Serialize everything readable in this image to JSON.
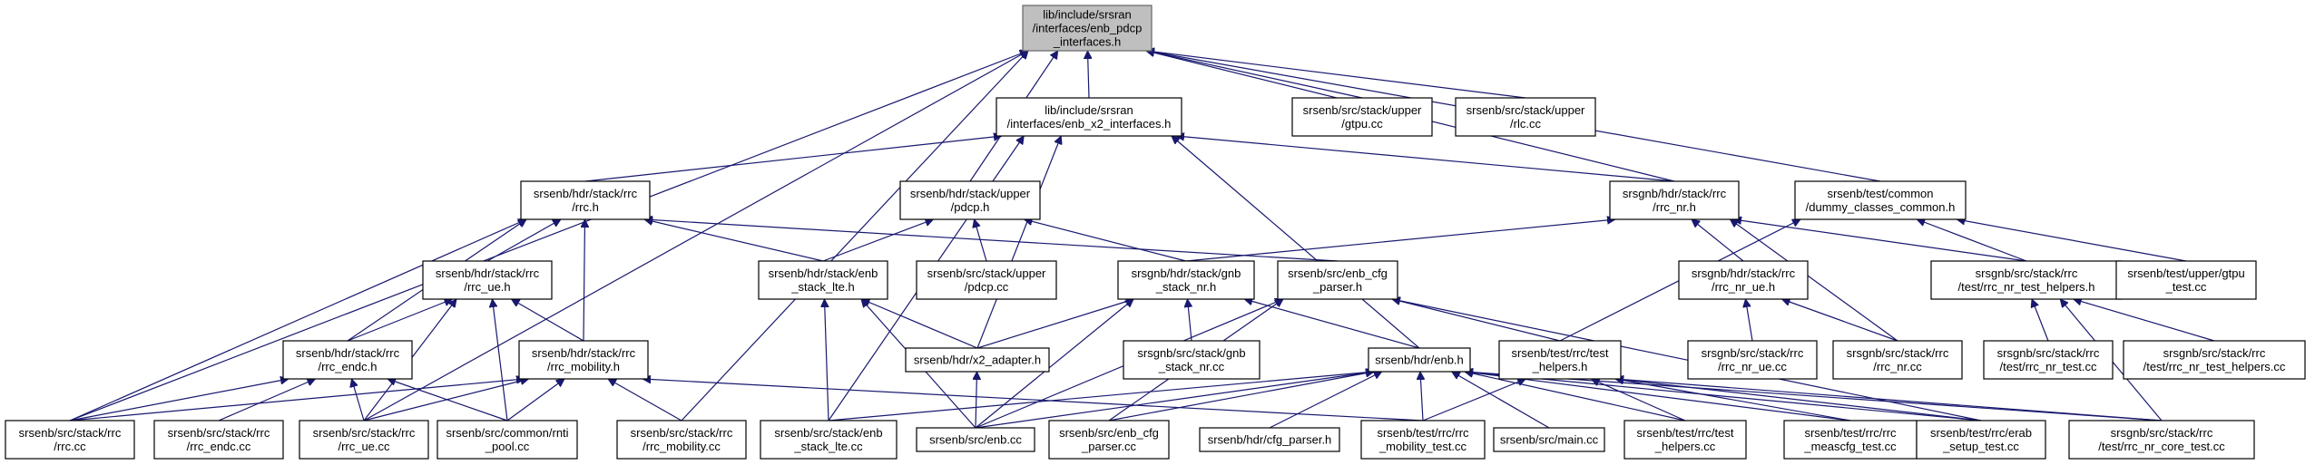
{
  "nodes": [
    {
      "id": "enb_pdcp_interfaces",
      "label": [
        "lib/include/srsran",
        "/interfaces/enb_pdcp",
        "_interfaces.h"
      ],
      "root": true
    },
    {
      "id": "enb_x2_interfaces",
      "label": [
        "lib/include/srsran",
        "/interfaces/enb_x2_interfaces.h"
      ]
    },
    {
      "id": "gtpu_cc",
      "label": [
        "srsenb/src/stack/upper",
        "/gtpu.cc"
      ]
    },
    {
      "id": "rlc_cc",
      "label": [
        "srsenb/src/stack/upper",
        "/rlc.cc"
      ]
    },
    {
      "id": "rrc_h",
      "label": [
        "srsenb/hdr/stack/rrc",
        "/rrc.h"
      ]
    },
    {
      "id": "pdcp_h",
      "label": [
        "srsenb/hdr/stack/upper",
        "/pdcp.h"
      ]
    },
    {
      "id": "rrc_nr_h",
      "label": [
        "srsgnb/hdr/stack/rrc",
        "/rrc_nr.h"
      ]
    },
    {
      "id": "dummy_classes",
      "label": [
        "srsenb/test/common",
        "/dummy_classes_common.h"
      ]
    },
    {
      "id": "rrc_ue_h",
      "label": [
        "srsenb/hdr/stack/rrc",
        "/rrc_ue.h"
      ]
    },
    {
      "id": "enb_stack_lte_h",
      "label": [
        "srsenb/hdr/stack/enb",
        "_stack_lte.h"
      ]
    },
    {
      "id": "pdcp_cc",
      "label": [
        "srsenb/src/stack/upper",
        "/pdcp.cc"
      ]
    },
    {
      "id": "gnb_stack_nr_h",
      "label": [
        "srsgnb/hdr/stack/gnb",
        "_stack_nr.h"
      ]
    },
    {
      "id": "enb_cfg_parser_h",
      "label": [
        "srsenb/src/enb_cfg",
        "_parser.h"
      ]
    },
    {
      "id": "rrc_nr_ue_h",
      "label": [
        "srsgnb/hdr/stack/rrc",
        "/rrc_nr_ue.h"
      ]
    },
    {
      "id": "rrc_nr_test_helpers_h",
      "label": [
        "srsgnb/src/stack/rrc",
        "/test/rrc_nr_test_helpers.h"
      ]
    },
    {
      "id": "gtpu_test_cc",
      "label": [
        "srsenb/test/upper/gtpu",
        "_test.cc"
      ]
    },
    {
      "id": "rrc_endc_h",
      "label": [
        "srsenb/hdr/stack/rrc",
        "/rrc_endc.h"
      ]
    },
    {
      "id": "rrc_mobility_h",
      "label": [
        "srsenb/hdr/stack/rrc",
        "/rrc_mobility.h"
      ]
    },
    {
      "id": "x2_adapter_h",
      "label": [
        "srsenb/hdr/x2_adapter.h"
      ]
    },
    {
      "id": "gnb_stack_nr_cc",
      "label": [
        "srsgnb/src/stack/gnb",
        "_stack_nr.cc"
      ]
    },
    {
      "id": "enb_h",
      "label": [
        "srsenb/hdr/enb.h"
      ]
    },
    {
      "id": "test_helpers_h",
      "label": [
        "srsenb/test/rrc/test",
        "_helpers.h"
      ]
    },
    {
      "id": "rrc_nr_ue_cc",
      "label": [
        "srsgnb/src/stack/rrc",
        "/rrc_nr_ue.cc"
      ]
    },
    {
      "id": "rrc_nr_cc",
      "label": [
        "srsgnb/src/stack/rrc",
        "/rrc_nr.cc"
      ]
    },
    {
      "id": "rrc_nr_test_cc",
      "label": [
        "srsgnb/src/stack/rrc",
        "/test/rrc_nr_test.cc"
      ]
    },
    {
      "id": "rrc_nr_test_helpers_cc",
      "label": [
        "srsgnb/src/stack/rrc",
        "/test/rrc_nr_test_helpers.cc"
      ]
    },
    {
      "id": "rrc_cc",
      "label": [
        "srsenb/src/stack/rrc",
        "/rrc.cc"
      ]
    },
    {
      "id": "rrc_endc_cc",
      "label": [
        "srsenb/src/stack/rrc",
        "/rrc_endc.cc"
      ]
    },
    {
      "id": "rrc_ue_cc",
      "label": [
        "srsenb/src/stack/rrc",
        "/rrc_ue.cc"
      ]
    },
    {
      "id": "rnti_pool_cc",
      "label": [
        "srsenb/src/common/rnti",
        "_pool.cc"
      ]
    },
    {
      "id": "rrc_mobility_cc",
      "label": [
        "srsenb/src/stack/rrc",
        "/rrc_mobility.cc"
      ]
    },
    {
      "id": "enb_stack_lte_cc",
      "label": [
        "srsenb/src/stack/enb",
        "_stack_lte.cc"
      ]
    },
    {
      "id": "enb_cc",
      "label": [
        "srsenb/src/enb.cc"
      ]
    },
    {
      "id": "enb_cfg_parser_cc",
      "label": [
        "srsenb/src/enb_cfg",
        "_parser.cc"
      ]
    },
    {
      "id": "cfg_parser_h",
      "label": [
        "srsenb/hdr/cfg_parser.h"
      ]
    },
    {
      "id": "rrc_mobility_test_cc",
      "label": [
        "srsenb/test/rrc/rrc",
        "_mobility_test.cc"
      ]
    },
    {
      "id": "main_cc",
      "label": [
        "srsenb/src/main.cc"
      ]
    },
    {
      "id": "test_helpers_cc",
      "label": [
        "srsenb/test/rrc/test",
        "_helpers.cc"
      ]
    },
    {
      "id": "meascfg_test_cc",
      "label": [
        "srsenb/test/rrc/rrc",
        "_meascfg_test.cc"
      ]
    },
    {
      "id": "erab_setup_test_cc",
      "label": [
        "srsenb/test/rrc/erab",
        "_setup_test.cc"
      ]
    },
    {
      "id": "rrc_nr_core_test_cc",
      "label": [
        "srsgnb/src/stack/rrc",
        "/test/rrc_nr_core_test.cc"
      ]
    }
  ],
  "edges": [
    [
      "enb_x2_interfaces",
      "enb_pdcp_interfaces"
    ],
    [
      "gtpu_cc",
      "enb_pdcp_interfaces"
    ],
    [
      "rlc_cc",
      "enb_pdcp_interfaces"
    ],
    [
      "pdcp_h",
      "enb_pdcp_interfaces"
    ],
    [
      "rrc_nr_h",
      "enb_pdcp_interfaces"
    ],
    [
      "dummy_classes",
      "enb_pdcp_interfaces"
    ],
    [
      "rrc_cc",
      "enb_pdcp_interfaces"
    ],
    [
      "rrc_ue_cc",
      "enb_pdcp_interfaces"
    ],
    [
      "rrc_mobility_cc",
      "enb_pdcp_interfaces"
    ],
    [
      "rrc_h",
      "enb_x2_interfaces"
    ],
    [
      "rrc_nr_h",
      "enb_x2_interfaces"
    ],
    [
      "x2_adapter_h",
      "enb_x2_interfaces"
    ],
    [
      "enb_h",
      "enb_x2_interfaces"
    ],
    [
      "enb_stack_lte_cc",
      "enb_x2_interfaces"
    ],
    [
      "rrc_ue_h",
      "rrc_h"
    ],
    [
      "enb_stack_lte_h",
      "rrc_h"
    ],
    [
      "enb_cfg_parser_h",
      "rrc_h"
    ],
    [
      "rrc_endc_h",
      "rrc_h"
    ],
    [
      "rrc_mobility_h",
      "rrc_h"
    ],
    [
      "rrc_cc",
      "rrc_h"
    ],
    [
      "enb_stack_lte_h",
      "pdcp_h"
    ],
    [
      "pdcp_cc",
      "pdcp_h"
    ],
    [
      "gnb_stack_nr_h",
      "pdcp_h"
    ],
    [
      "gnb_stack_nr_h",
      "rrc_nr_h"
    ],
    [
      "rrc_nr_ue_h",
      "rrc_nr_h"
    ],
    [
      "rrc_nr_test_helpers_h",
      "rrc_nr_h"
    ],
    [
      "rrc_nr_cc",
      "rrc_nr_h"
    ],
    [
      "rrc_nr_test_helpers_h",
      "dummy_classes"
    ],
    [
      "gtpu_test_cc",
      "dummy_classes"
    ],
    [
      "test_helpers_h",
      "dummy_classes"
    ],
    [
      "rrc_endc_h",
      "rrc_ue_h"
    ],
    [
      "rrc_mobility_h",
      "rrc_ue_h"
    ],
    [
      "rrc_ue_cc",
      "rrc_ue_h"
    ],
    [
      "rnti_pool_cc",
      "rrc_ue_h"
    ],
    [
      "x2_adapter_h",
      "enb_stack_lte_h"
    ],
    [
      "enb_stack_lte_cc",
      "enb_stack_lte_h"
    ],
    [
      "enb_cc",
      "enb_stack_lte_h"
    ],
    [
      "x2_adapter_h",
      "gnb_stack_nr_h"
    ],
    [
      "gnb_stack_nr_cc",
      "gnb_stack_nr_h"
    ],
    [
      "enb_h",
      "gnb_stack_nr_h"
    ],
    [
      "enb_cc",
      "gnb_stack_nr_h"
    ],
    [
      "test_helpers_h",
      "enb_cfg_parser_h"
    ],
    [
      "enb_cc",
      "enb_cfg_parser_h"
    ],
    [
      "enb_cfg_parser_cc",
      "enb_cfg_parser_h"
    ],
    [
      "erab_setup_test_cc",
      "enb_cfg_parser_h"
    ],
    [
      "rrc_nr_ue_cc",
      "rrc_nr_ue_h"
    ],
    [
      "rrc_nr_cc",
      "rrc_nr_ue_h"
    ],
    [
      "rrc_nr_test_cc",
      "rrc_nr_test_helpers_h"
    ],
    [
      "rrc_nr_test_helpers_cc",
      "rrc_nr_test_helpers_h"
    ],
    [
      "rrc_nr_core_test_cc",
      "rrc_nr_test_helpers_h"
    ],
    [
      "rrc_cc",
      "rrc_endc_h"
    ],
    [
      "rrc_endc_cc",
      "rrc_endc_h"
    ],
    [
      "rrc_ue_cc",
      "rrc_endc_h"
    ],
    [
      "rnti_pool_cc",
      "rrc_endc_h"
    ],
    [
      "rrc_cc",
      "rrc_mobility_h"
    ],
    [
      "rrc_ue_cc",
      "rrc_mobility_h"
    ],
    [
      "rnti_pool_cc",
      "rrc_mobility_h"
    ],
    [
      "rrc_mobility_cc",
      "rrc_mobility_h"
    ],
    [
      "rrc_mobility_test_cc",
      "rrc_mobility_h"
    ],
    [
      "enb_cc",
      "x2_adapter_h"
    ],
    [
      "enb_stack_lte_cc",
      "enb_h"
    ],
    [
      "enb_cc",
      "enb_h"
    ],
    [
      "enb_cfg_parser_cc",
      "enb_h"
    ],
    [
      "cfg_parser_h",
      "enb_h"
    ],
    [
      "rrc_mobility_test_cc",
      "enb_h"
    ],
    [
      "main_cc",
      "enb_h"
    ],
    [
      "test_helpers_cc",
      "enb_h"
    ],
    [
      "meascfg_test_cc",
      "enb_h"
    ],
    [
      "erab_setup_test_cc",
      "enb_h"
    ],
    [
      "rrc_nr_core_test_cc",
      "enb_h"
    ],
    [
      "rrc_mobility_test_cc",
      "test_helpers_h"
    ],
    [
      "test_helpers_cc",
      "test_helpers_h"
    ],
    [
      "meascfg_test_cc",
      "test_helpers_h"
    ],
    [
      "erab_setup_test_cc",
      "test_helpers_h"
    ],
    [
      "rrc_nr_core_test_cc",
      "test_helpers_h"
    ]
  ]
}
